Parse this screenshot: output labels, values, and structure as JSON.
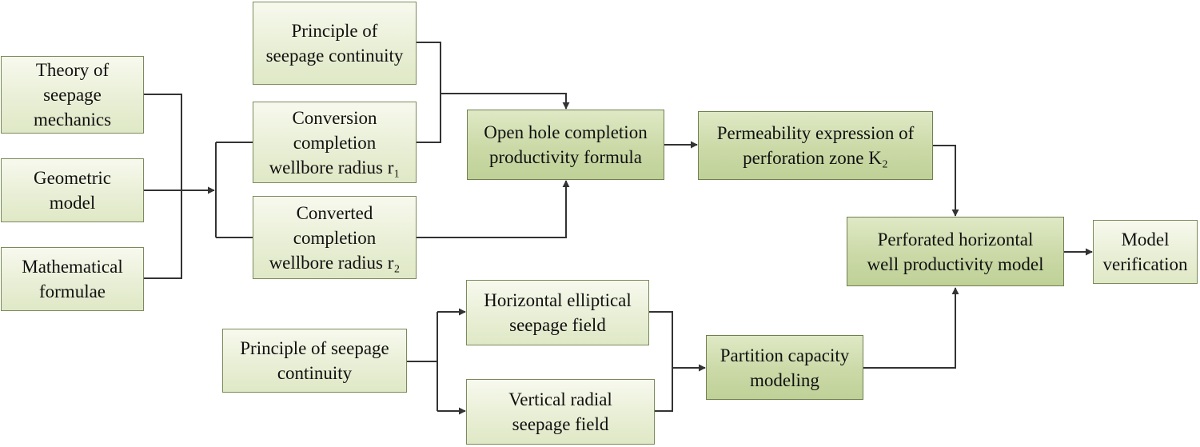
{
  "nodes": {
    "theory": "Theory of\nseepage\nmechanics",
    "geometric": "Geometric\nmodel",
    "mathematical": "Mathematical\nformulae",
    "principle_top": "Principle of\nseepage continuity",
    "conversion_r1": "Conversion\ncompletion\nwellbore radius r₁",
    "converted_r2": "Converted\ncompletion\nwellbore radius r₂",
    "open_hole": "Open hole completion\nproductivity formula",
    "permeability": "Permeability expression of\nperforation zone K₂",
    "perforated": "Perforated horizontal\nwell productivity model",
    "verification": "Model\nverification",
    "principle_bottom": "Principle of seepage\ncontinuity",
    "horizontal_field": "Horizontal elliptical\nseepage field",
    "vertical_field": "Vertical radial\nseepage field",
    "partition": "Partition capacity\nmodeling"
  },
  "colors": {
    "light_fill": "#e9efd6",
    "dark_fill": "#cbd9a7",
    "border": "#7a8a5a",
    "connector": "#333333"
  }
}
